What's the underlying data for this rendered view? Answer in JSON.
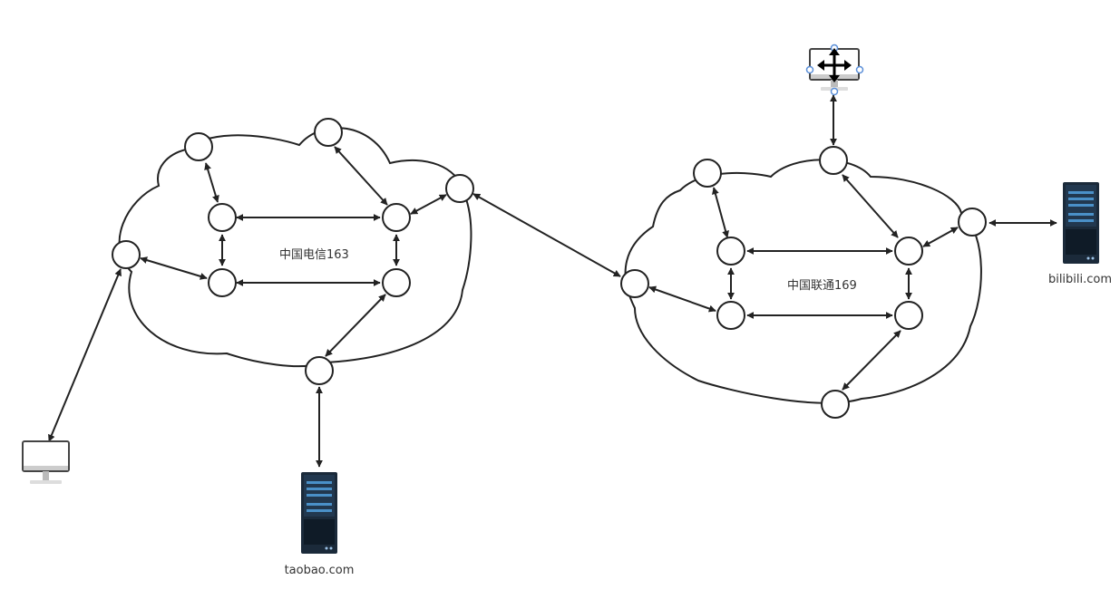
{
  "networks": [
    {
      "id": "telecom",
      "label": "中国电信163"
    },
    {
      "id": "unicom",
      "label": "中国联通169"
    }
  ],
  "servers": [
    {
      "id": "taobao",
      "label": "taobao.com",
      "icon": "server-icon"
    },
    {
      "id": "bilibili",
      "label": "bilibili.com",
      "icon": "server-icon"
    }
  ],
  "clients": [
    {
      "id": "pc-left",
      "icon": "monitor-icon"
    },
    {
      "id": "pc-top",
      "icon": "monitor-icon",
      "selected": true,
      "overlay_icon": "move-cursor-icon"
    }
  ],
  "colors": {
    "stroke": "#222222",
    "node_fill": "#ffffff",
    "server_body": "#1b2a3a",
    "server_accent": "#4a90c8",
    "selection_handle": "#5b8fd8"
  }
}
